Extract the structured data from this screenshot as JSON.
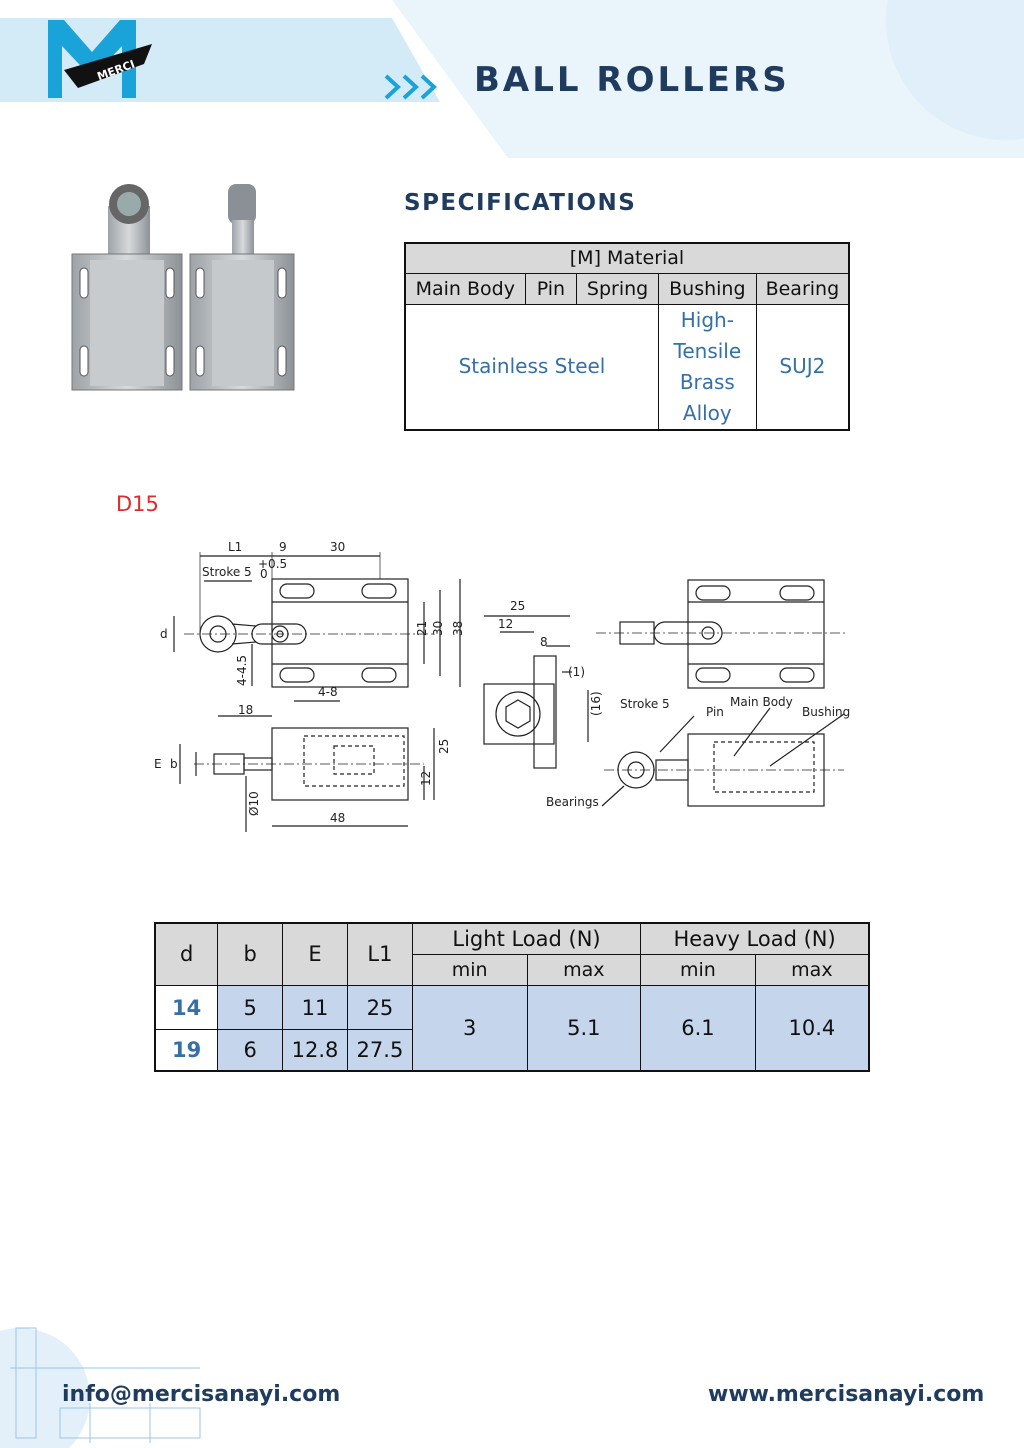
{
  "header": {
    "title": "BALL ROLLERS",
    "logo_text": "MERCI"
  },
  "specifications": {
    "heading": "SPECIFICATIONS",
    "group_header": "[M] Material",
    "columns": [
      "Main Body",
      "Pin",
      "Spring",
      "Bushing",
      "Bearing"
    ],
    "values": {
      "main_body_pin_spring": "Stainless Steel",
      "bushing": "High-Tensile Brass Alloy",
      "bearing": "SUJ2"
    }
  },
  "model_label": "D15",
  "drawing": {
    "labels": {
      "l1": "L1",
      "dim_9": "9",
      "dim_30_top": "30",
      "stroke": "Stroke 5",
      "stroke_tol": "+0.5",
      "stroke_tol_low": "0",
      "d": "d",
      "dim_4_45": "4-4.5",
      "dim_4_8": "4-8",
      "dim_21": "21",
      "dim_30": "30",
      "dim_38": "38",
      "dim_18": "18",
      "dim_25_side": "25",
      "dim_12_side": "12",
      "dim_48": "48",
      "e": "E",
      "b": "b",
      "phi10": "Ø10",
      "dim_25_top": "25",
      "dim_12_top": "12",
      "dim_8": "8",
      "dim_1": "(1)",
      "dim_16": "(16)",
      "bearings": "Bearings",
      "stroke2": "Stroke 5",
      "pin": "Pin",
      "main_body": "Main Body",
      "bushing": "Bushing"
    }
  },
  "dimensions_table": {
    "headers": [
      "d",
      "b",
      "E",
      "L1"
    ],
    "light_load": "Light Load (N)",
    "heavy_load": "Heavy Load (N)",
    "sub_headers": [
      "min",
      "max",
      "min",
      "max"
    ],
    "rows": [
      {
        "d": "14",
        "b": "5",
        "E": "11",
        "L1": "25"
      },
      {
        "d": "19",
        "b": "6",
        "E": "12.8",
        "L1": "27.5"
      }
    ],
    "loads": {
      "light_min": "3",
      "light_max": "5.1",
      "heavy_min": "6.1",
      "heavy_max": "10.4"
    }
  },
  "footer": {
    "email": "info@mercisanayi.com",
    "website": "www.mercisanayi.com"
  },
  "colors": {
    "navy": "#1f3b5e",
    "accent_blue": "#3570a8",
    "table_header_gray": "#d9d9d9",
    "table_cell_blue": "#c5d5ec",
    "model_red": "#e12b2b",
    "logo_cyan": "#1aa3d8"
  }
}
